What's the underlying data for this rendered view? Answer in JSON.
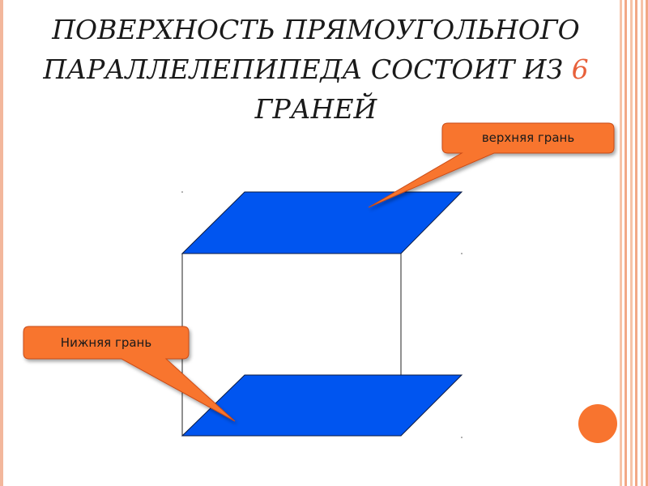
{
  "slide": {
    "title_main": "ПОВЕРХНОСТЬ ПРЯМОУГОЛЬНОГО ПАРАЛЛЕЛЕПИПЕДА СОСТОИТ ИЗ",
    "title_number": "6",
    "title_tail": "ГРАНЕЙ"
  },
  "callouts": {
    "top_face": "верхняя грань",
    "bottom_face": "Нижняя грань"
  },
  "colors": {
    "face_fill": "#0055f0",
    "callout_fill": "#f8742f",
    "accent_circle": "#f8742f",
    "number_accent": "#e8603a"
  }
}
